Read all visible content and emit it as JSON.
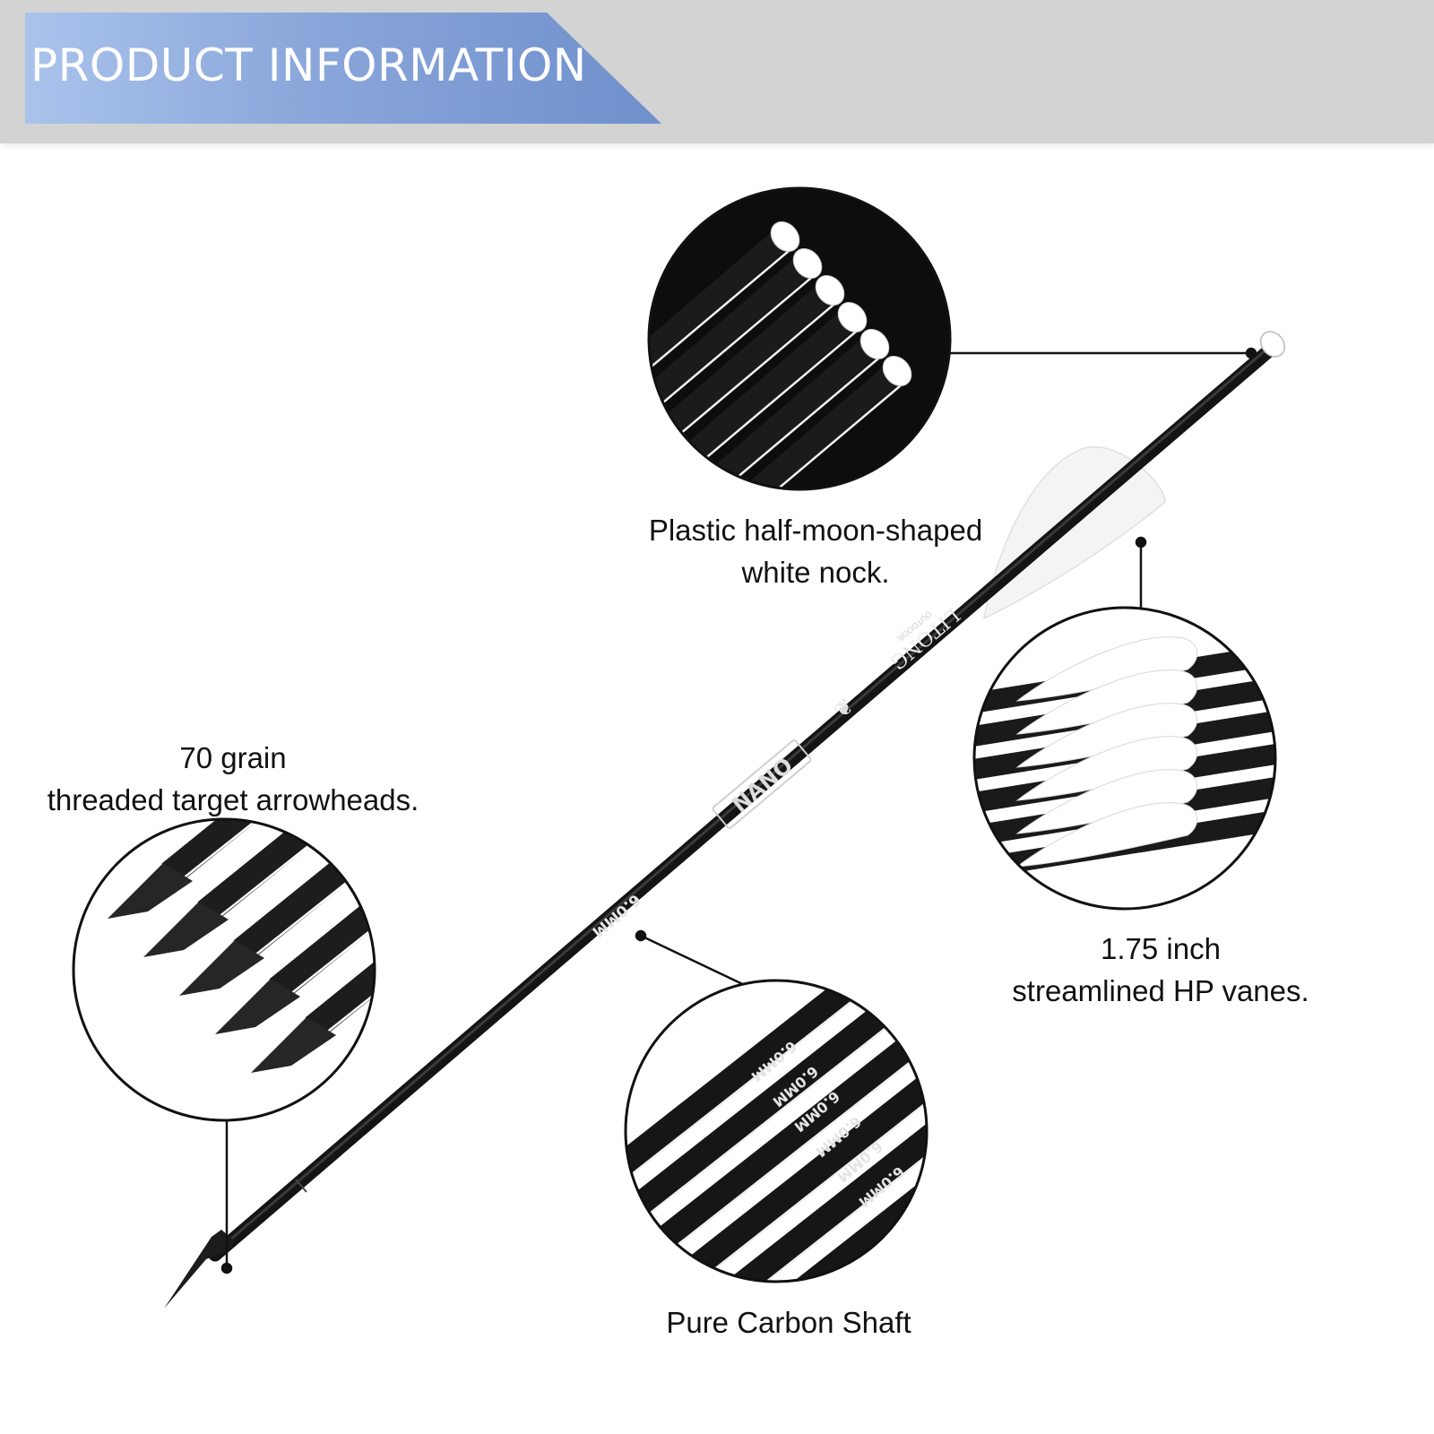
{
  "header": {
    "title": "PRODUCT INFORMATION"
  },
  "shaft_labels": {
    "brand_logo": "NANO",
    "maker_name": "LITONG",
    "maker_sub": "OUTDOOR",
    "diameter": "6.0MM"
  },
  "features": {
    "nock": {
      "line1": "Plastic half-moon-shaped",
      "line2": "white nock."
    },
    "arrowhead": {
      "line1": "70 grain",
      "line2": "threaded target arrowheads."
    },
    "vanes": {
      "line1": "1.75 inch",
      "line2": "streamlined HP vanes."
    },
    "shaft": {
      "line1": "Pure Carbon Shaft"
    }
  },
  "colors": {
    "banner_start": "#a9c3ec",
    "banner_end": "#6f90cc",
    "header_band": "#d3d3d3",
    "shaft": "#141414",
    "vane": "#ffffff"
  }
}
